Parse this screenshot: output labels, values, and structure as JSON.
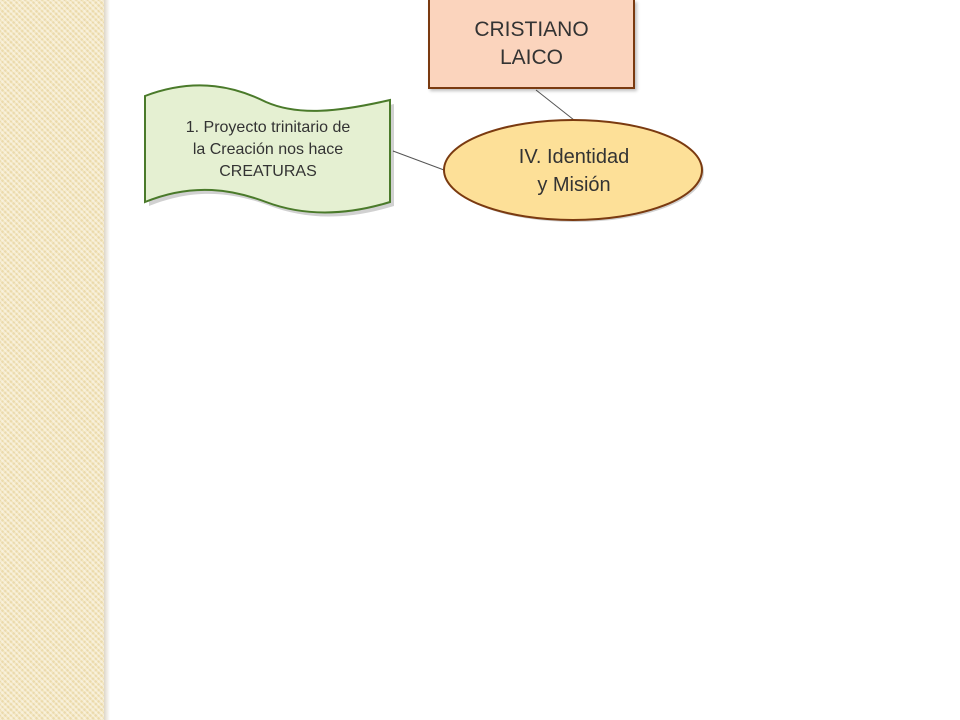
{
  "nodes": {
    "cristiano_laico": "CRISTIANO\nLAICO",
    "identidad_mision": "IV. Identidad\ny Misión",
    "proyecto_trinitario": "1. Proyecto trinitario de\nla Creación nos hace\nCREATURAS"
  },
  "colors": {
    "cristiano_fill": "#fbd4bd",
    "cristiano_border": "#7a3a10",
    "identidad_fill": "#fde098",
    "identidad_border": "#7a3a10",
    "proyecto_fill": "#e5f0d2",
    "proyecto_border": "#4a7a2a",
    "connector": "#555555",
    "side_band": "#f3e6c0"
  }
}
